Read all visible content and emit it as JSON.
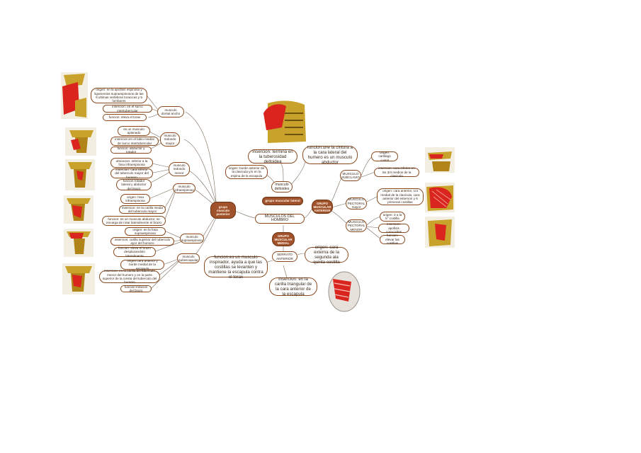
{
  "center": "MUSCULOS DEL HOMBRO",
  "hubs": {
    "posterior": "grupo musculo posterior",
    "lateral": "grupo muscular lateral",
    "anterior": "GRUPO MUSCULAR ANTERIOR",
    "medial": "GRUPO MUSCULAR MEDIAL"
  },
  "posterior": {
    "trapecio": {
      "label": "musculo dorsal ancho",
      "origen": "origen: en la apofisis espinosa y ligamentos supraespinosos de las 6 ultimas vertebras toracicas y 5 lumbares",
      "insercion": "insercion: en el surco intertubercular",
      "funcion": "funcion: eleva el torax"
    },
    "redondo_mayor": {
      "label": "musculo redondo mayor",
      "origen": "es un musculo aplanado",
      "insercion": "insercion:en el labio medial de surco intertubercular",
      "funcion": "funcion: abductor y rotador"
    },
    "redondo_menor": {
      "label": "musculo redondo menor",
      "origen": "ubicacion: inferior a la fosa infraespinosa",
      "insercion": "insercion: cara inferior del tuberculo mayor del humero",
      "funcion": "funcion:rotador lateral y abductor del brazo"
    },
    "infraespinoso": {
      "label": "musculo infraespinoso",
      "origen": "origen: fosa infraespinosa",
      "insercion": "insercion: en la carilla media del tuberculo mayor",
      "funcion": "funcion: es un musculo abductor, se encarga de rotar lateralmente el brazo"
    },
    "supraespinoso": {
      "label": "musculo supraespinoso",
      "origen": "origen: en la fosa supraespinosa",
      "insercion": "insercion: carilla superior del tuberculo ayor del humero",
      "funcion": "funcion: eleva el brazo desplazandolo lateralmente"
    },
    "subescapular": {
      "label": "musculo subescapular",
      "origen": "origen:cara anterior y borde medial de la escapula",
      "insercion": "insercion: en la carilla del tuberculo menor del humero y en la parte superior de la cresta del tuberculo del humero",
      "funcion": "funcion:rotacion del brazo"
    }
  },
  "lateral": {
    "label": "musculo deltoides",
    "origen": "origen: borde anterior de la clavicula y/o en la espina de la escapula",
    "insercion": "insercion: termina en la tuberosidad deltoidea",
    "funcion": "funcion:une la cintura a la cara lateral del humero es un musculo abductor"
  },
  "anterior": {
    "subclavio": {
      "label": "MUSCULO SUBCLAVIO",
      "origen": "origen: cartilago costal",
      "insercion": "insercion: cara inferior en los 3/4 medios de la clavicula"
    },
    "pectoral_mayor": {
      "label": "MUSCULO PECTORAL mayor",
      "origen": "origen: cara anterior, 1/3 medial de la clavicula, cara anterior del esternon y 6 primeras costillas"
    },
    "pectoral_menor": {
      "label": "MUSCULO PECTORAL MENOR",
      "origen": "origen: 3 a la 5° costilla",
      "insercion": "insercion: apofisis coracoides",
      "funcion": "funcion: elevar las costillas"
    }
  },
  "medial": {
    "label": "SERRATO ANTERIOR",
    "origen": "origen: cara externa de la segunda ala quinta costilla",
    "insercion": "insercion: en la carilla triangular de la cara anterior de la escapula",
    "funcion": "funcion:es un musculo inspirador, ayuda a que las costillas se levanten y mantiene la escapula contra el torax"
  },
  "images": [
    "shoulder-trapezius-illustration",
    "shoulder-teres-major-illustration",
    "shoulder-teres-minor-illustration",
    "shoulder-infraspinatus-illustration",
    "shoulder-supraspinatus-illustration",
    "shoulder-subscapularis-illustration",
    "deltoid-illustration",
    "subclavius-illustration",
    "pectoralis-major-illustration",
    "pectoralis-minor-illustration",
    "serratus-anterior-illustration"
  ],
  "colors": {
    "hub": "#a0522d",
    "border": "#8a4b20",
    "bone": "#c8a22a",
    "muscle": "#d9251d"
  }
}
